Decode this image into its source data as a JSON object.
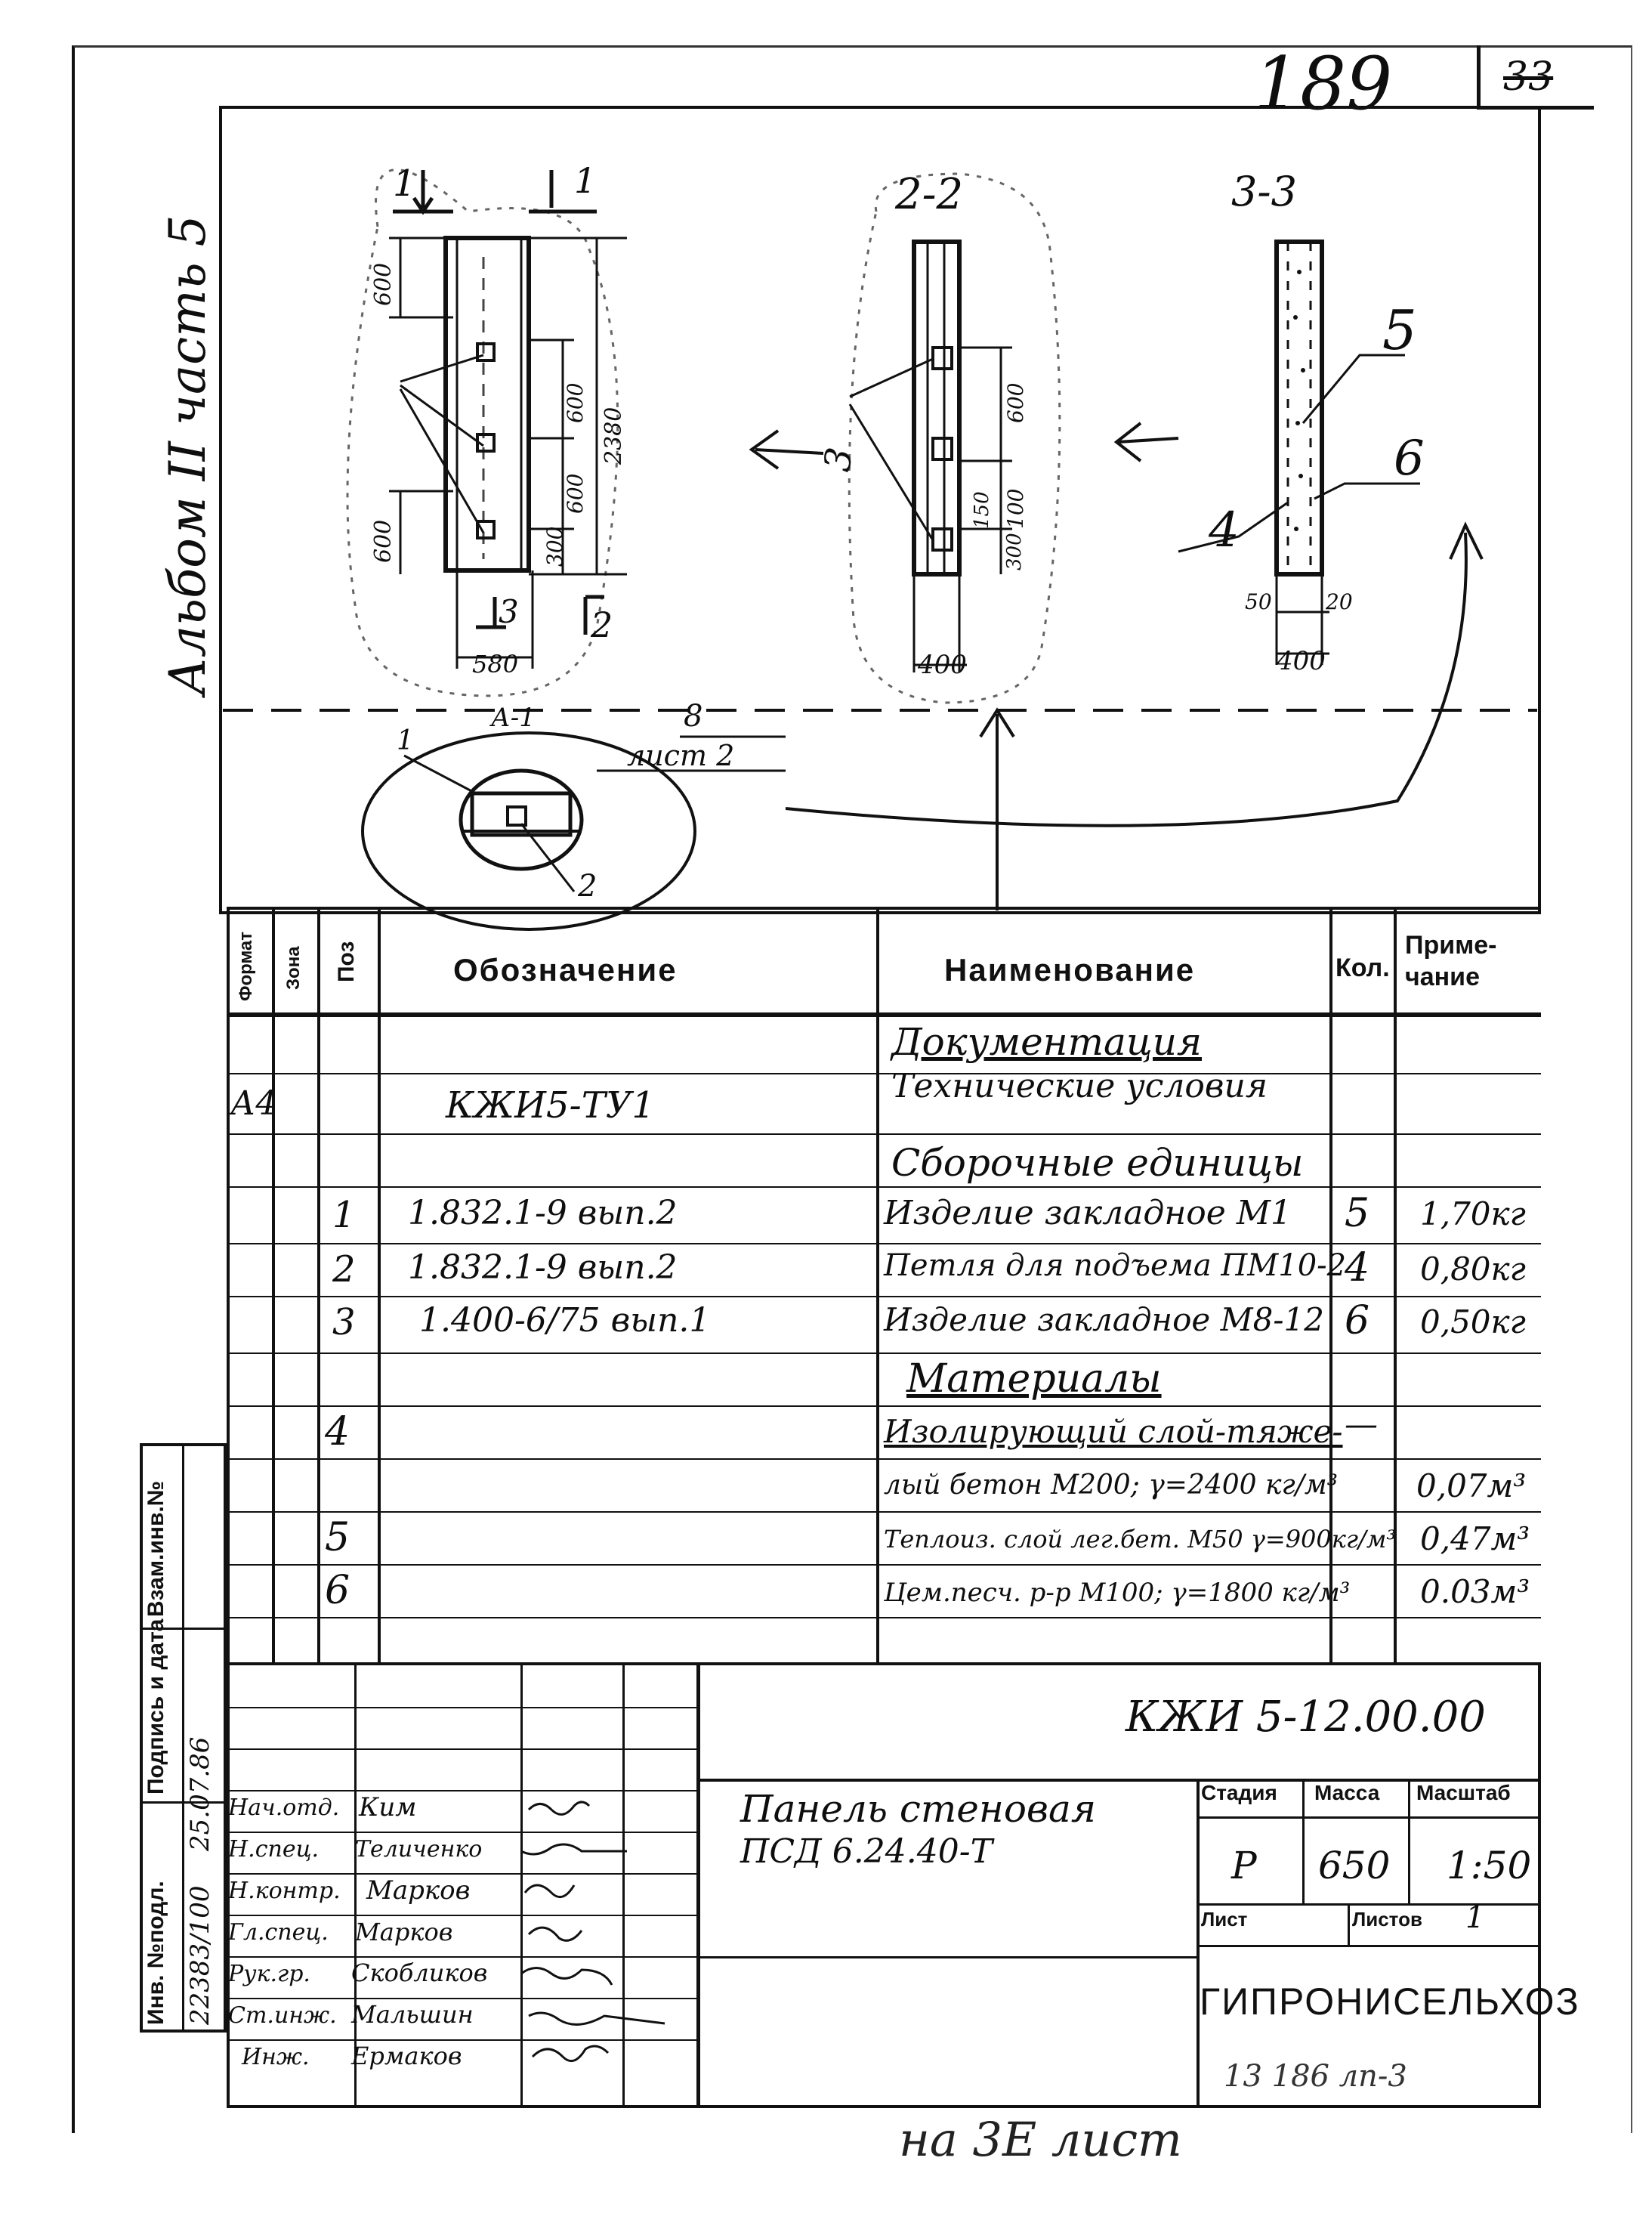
{
  "header": {
    "page_number": "189",
    "sheet_corner": "33"
  },
  "side_note": "Альбом II часть 5",
  "drawing": {
    "view_1_1": "1",
    "view_2_2": "2-2",
    "view_3_3": "3-3",
    "dimensions": {
      "d600_top": "600",
      "d600_mid": "600",
      "d600_low": "600",
      "d600_bottom": "600",
      "d2380": "2380",
      "d580": "580",
      "d300": "300",
      "d400_a": "400",
      "d400_b": "400",
      "d600_s": "600",
      "d100": "100",
      "d150": "150",
      "d300_b": "300",
      "d50": "50",
      "d20": "20"
    },
    "marks": {
      "m1": "1",
      "m2": "2",
      "m3": "3",
      "m4": "4",
      "m5": "5",
      "m6": "6",
      "section_a": "1",
      "section_b": "2",
      "section_c": "3",
      "section_d": "2"
    },
    "callout": {
      "label": "А-1",
      "ref_num": "8",
      "ref_sheet": "лист 2"
    }
  },
  "spec": {
    "headers": {
      "format": "Формат",
      "zone": "Зона",
      "pos": "Поз",
      "designation": "Обозначение",
      "name": "Наименование",
      "qty": "Кол.",
      "note": "Приме-чание"
    },
    "section_docs": "Документация",
    "row_tu": {
      "format": "А4",
      "designation": "КЖИ5-ТУ1",
      "name": "Технические условия"
    },
    "section_assembly": "Сборочные единицы",
    "rows": [
      {
        "pos": "1",
        "designation": "1.832.1-9 вып.2",
        "name": "Изделие закладное М1",
        "qty": "5",
        "note": "1,70кг"
      },
      {
        "pos": "2",
        "designation": "1.832.1-9 вып.2",
        "name": "Петля для подъема ПМ10-2",
        "qty": "4",
        "note": "0,80кг"
      },
      {
        "pos": "3",
        "designation": "1.400-6/75 вып.1",
        "name": "Изделие закладное М8-12",
        "qty": "6",
        "note": "0,50кг"
      }
    ],
    "section_materials": "Материалы",
    "materials": [
      {
        "pos": "4",
        "name1": "Изолирующий слой-тяже-",
        "name2": "лый бетон М200; γ=2400 кг/м³",
        "qty": "—",
        "note": "0,07м³"
      },
      {
        "pos": "5",
        "name": "Теплоиз. слой лег.бет. М50 γ=900кг/м³",
        "note": "0,47м³"
      },
      {
        "pos": "6",
        "name": "Цем.песч. р-р М100; γ=1800 кг/м³",
        "note": "0.03м³"
      }
    ]
  },
  "side_stamp": {
    "inv_podl": "Инв. №подл.",
    "podpis": "Подпись и дата",
    "vzam": "Взам.инв.№",
    "inv_value": "22383/100",
    "date_value": "25.07.86"
  },
  "title_block": {
    "doc_code": "КЖИ 5-12.00.00",
    "title_line1": "Панель стеновая",
    "title_line2": "ПСД 6.24.40-Т",
    "stage_h": "Стадия",
    "mass_h": "Масса",
    "scale_h": "Масштаб",
    "stage": "Р",
    "mass": "650",
    "scale": "1:50",
    "sheet_h": "Лист",
    "sheets_h": "Листов",
    "sheets_v": "1",
    "org": "ГИПРОНИСЕЛЬХОЗ",
    "roles": [
      {
        "role": "Нач.отд.",
        "name": "Ким"
      },
      {
        "role": "Н.спец.",
        "name": "Теличенко"
      },
      {
        "role": "Н.контр.",
        "name": "Марков"
      },
      {
        "role": "Гл.спец.",
        "name": "Марков"
      },
      {
        "role": "Рук.гр.",
        "name": "Скобликов"
      },
      {
        "role": "Ст.инж.",
        "name": "Мальшин"
      },
      {
        "role": "Инж.",
        "name": "Ермаков"
      }
    ]
  },
  "footer": {
    "stamp_right": "13 186 лп-3",
    "note": "на 3Е лист"
  }
}
